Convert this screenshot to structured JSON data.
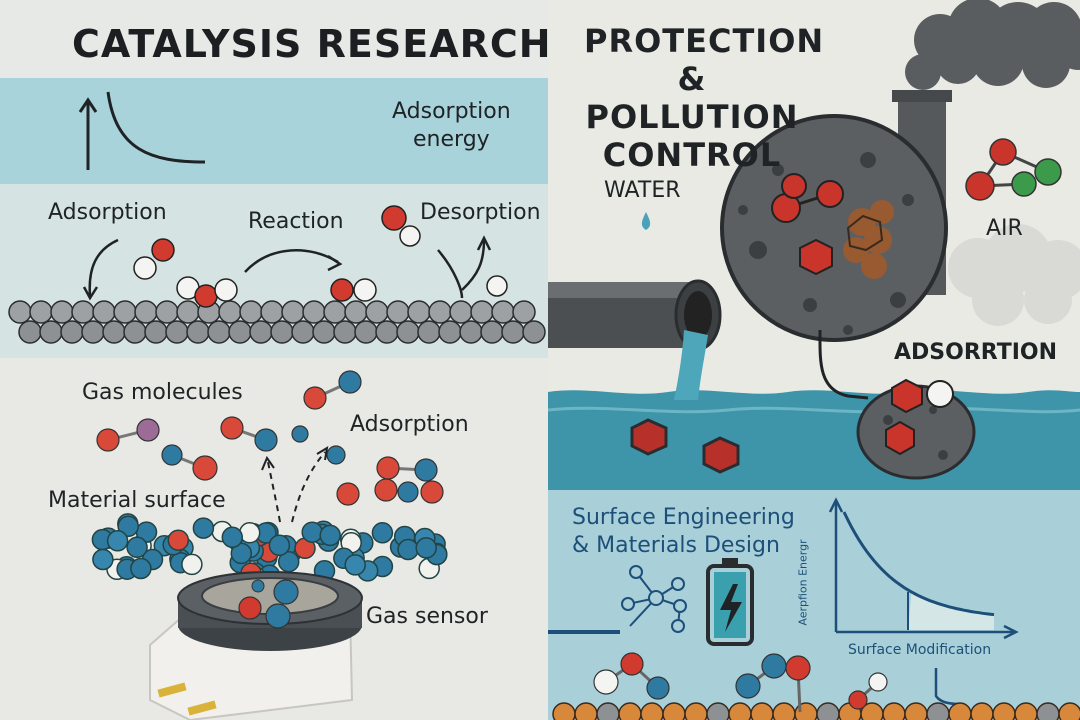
{
  "left_panel": {
    "title": "CATALYSIS RESEARCH",
    "energy_label": "Adsorption\nenergy",
    "steps": [
      "Adsorption",
      "Reaction",
      "Desorption"
    ],
    "gas_molecules_label": "Gas molecules",
    "adsorption_label": "Adsorption",
    "material_surface_label": "Material surface",
    "gas_sensor_label": "Gas sensor"
  },
  "right_panel": {
    "title": "PROTECTION &\nPOLLUTION\nCONTROL",
    "water_label": "WATER",
    "air_label": "AIR",
    "adsorption_label": "ADSORRTION",
    "engineering_title": "Surface Engineering\n& Materials Design",
    "chart_ylabel": "Aerpfion Energr",
    "chart_xlabel": "Surface Modification"
  },
  "colors": {
    "band_teal": "#a9d3db",
    "band_light": "#d5e3e2",
    "water": "#3e95aa",
    "red": "#d13a2e",
    "blue": "#2f7aa0",
    "dark_gray": "#4e5256",
    "title_blue": "#1d4f7a"
  }
}
